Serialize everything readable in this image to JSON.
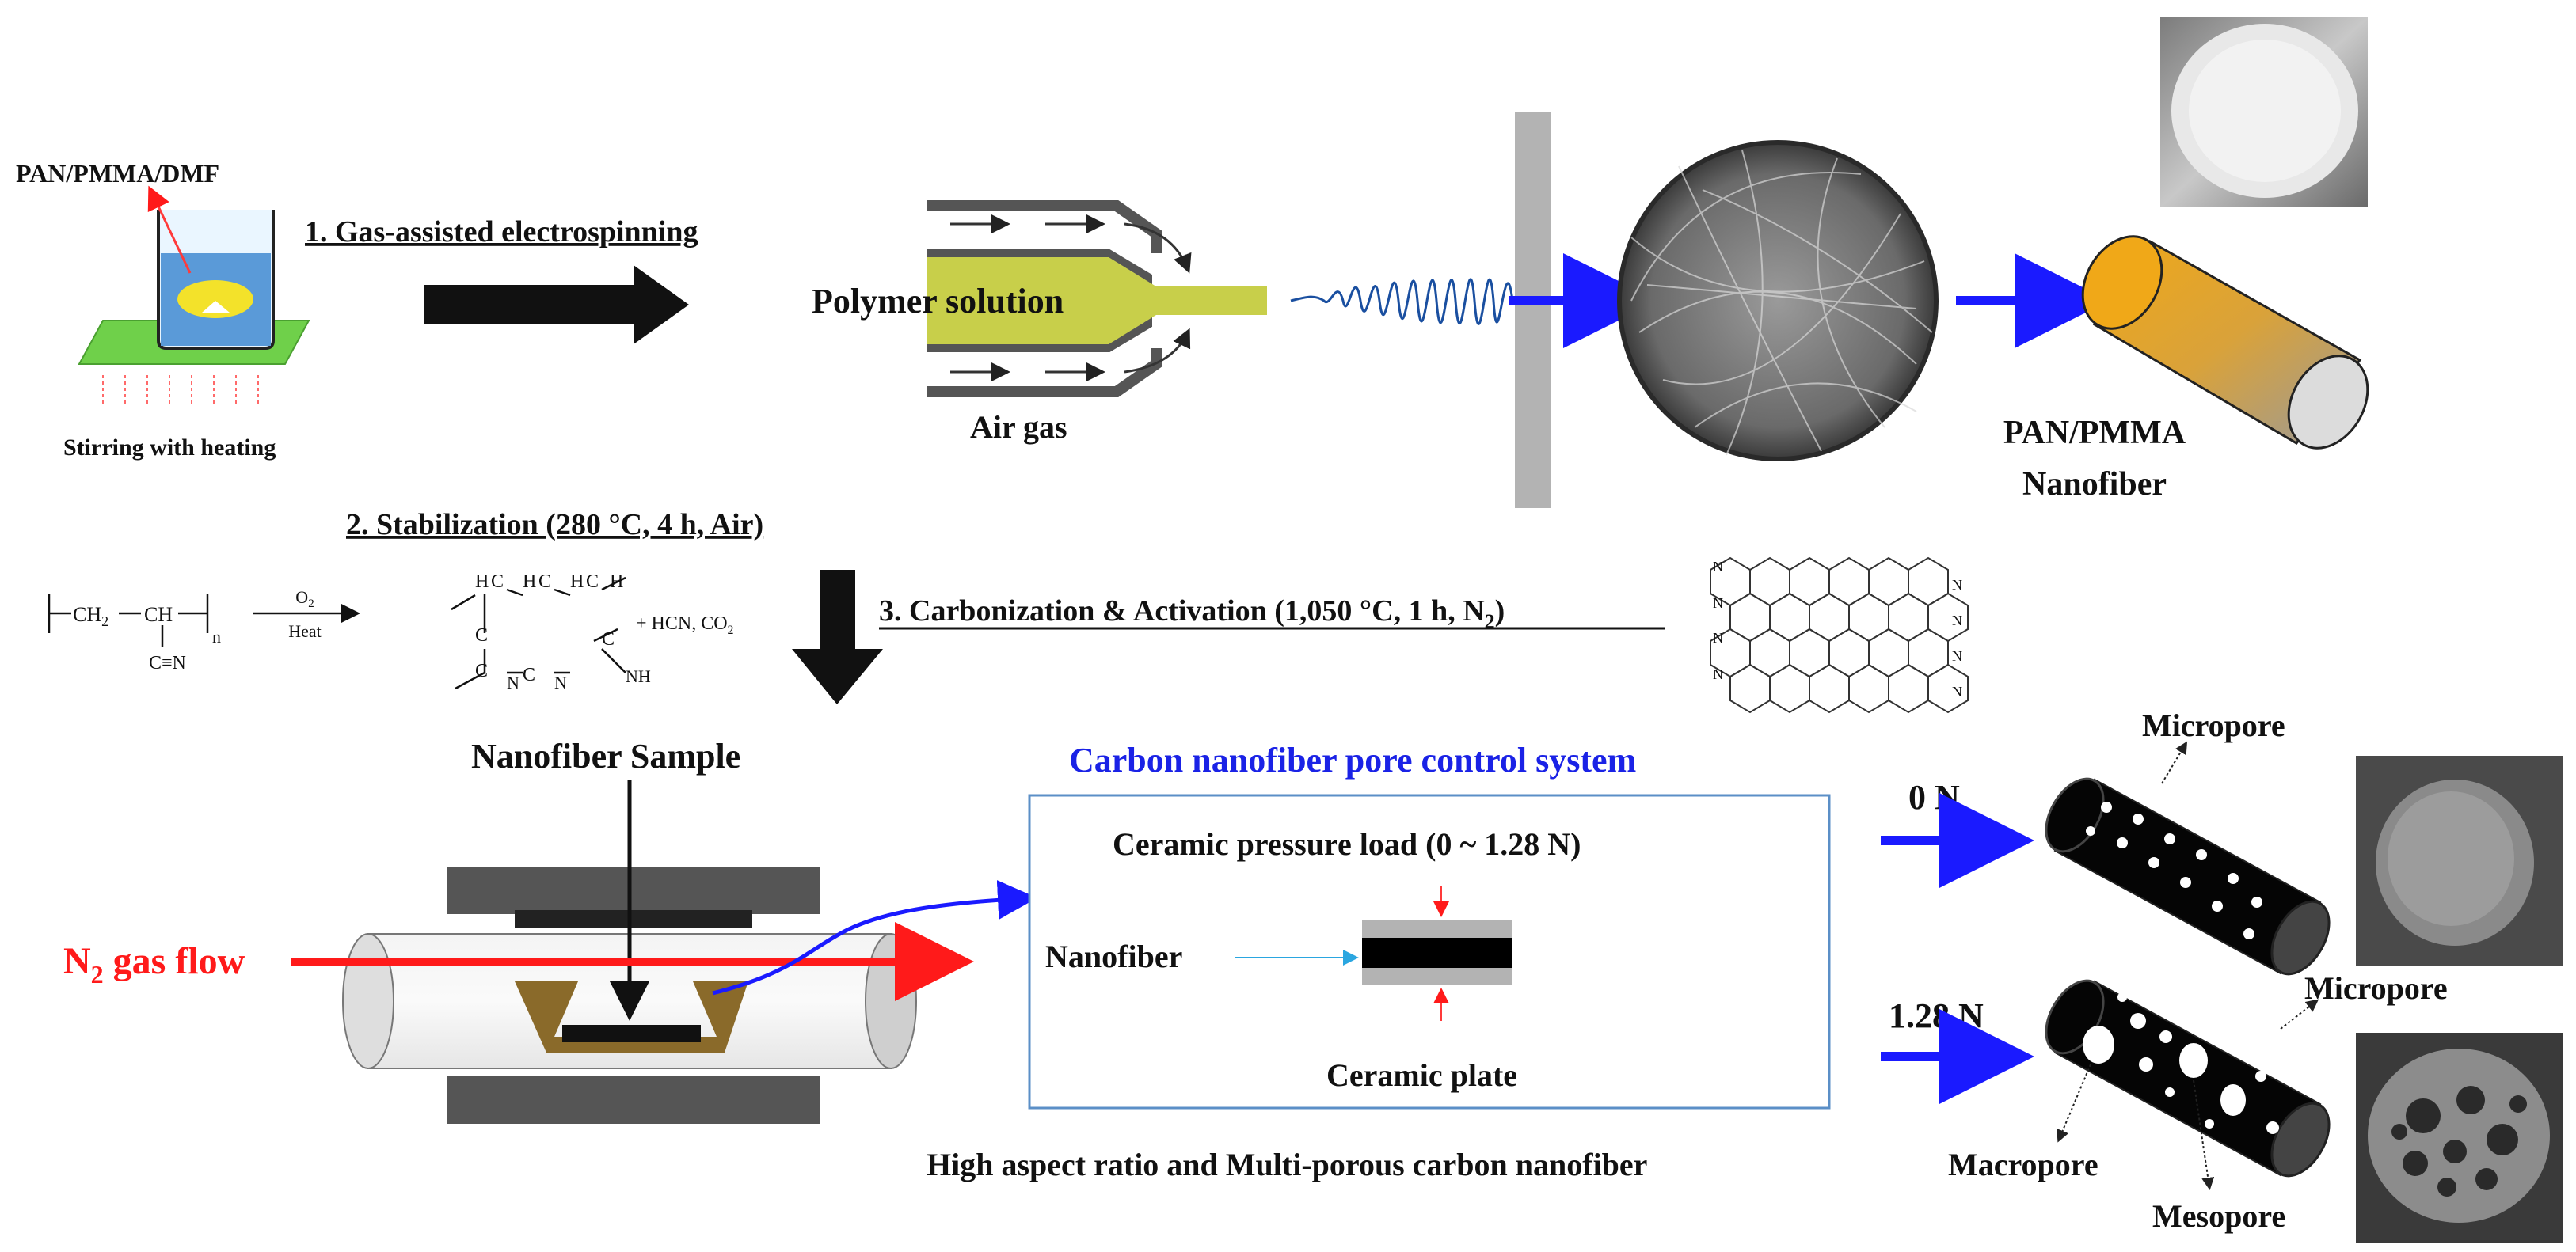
{
  "labels": {
    "solution": "PAN/PMMA/DMF",
    "stirring": "Stirring with heating",
    "step1": "1. Gas-assisted electrospinning",
    "polymer_solution": "Polymer solution",
    "air_gas": "Air gas",
    "nanofiber_line1": "PAN/PMMA",
    "nanofiber_line2": "Nanofiber",
    "step2": "2. Stabilization  (280 °C, 4 h, Air)",
    "step3_main": "3. Carbonization & Activation (1,050 °C, 1 h, N",
    "step3_sub": "2",
    "step3_end": ")",
    "nanofiber_sample": "Nanofiber Sample",
    "n2_main": "N",
    "n2_sub": "2",
    "n2_rest": " gas flow",
    "pore_system_title": "Carbon nanofiber pore control system",
    "ceramic_load": "Ceramic pressure load (0 ~ 1.28 N)",
    "nanofiber": "Nanofiber",
    "ceramic_plate": "Ceramic plate",
    "bottom_caption": "High aspect ratio and Multi-porous carbon nanofiber",
    "load_zero": "0 N",
    "load_max": "1.28 N",
    "micropore_top": "Micropore",
    "micropore_mid": "Micropore",
    "macropore": "Macropore",
    "mesopore": "Mesopore"
  },
  "chemistry": {
    "monomer_left": "CH",
    "monomer_left_sub": "2",
    "monomer_ch": "CH",
    "monomer_cn": "C≡N",
    "repeat_n": "n",
    "reagent_top": "O",
    "reagent_top_sub": "2",
    "reagent_bottom": "Heat",
    "ring_labels": [
      "H",
      "C",
      "H",
      "C",
      "H",
      "C",
      "H"
    ],
    "ring_lower": [
      "C",
      "C",
      "C",
      "C"
    ],
    "ring_n": [
      "N",
      "N"
    ],
    "byproducts": "+ HCN, CO",
    "byproducts_sub": "2",
    "imine": "NH"
  },
  "lattice_n": [
    "N",
    "N",
    "N",
    "N",
    "N",
    "N",
    "N",
    "N"
  ],
  "colors": {
    "arrow_blue": "#1a1aff",
    "title_blue": "#1a22e6",
    "n2_red": "#ff1a1a",
    "nozzle_yellow": "#c8cf4a",
    "mat_green": "#6fd04a",
    "cylinder_orange": "#e8a51a",
    "holder_brown": "#8a6a2a",
    "box_border": "#5b8fc7"
  },
  "icons": [
    "beaker-icon",
    "hotplate-icon",
    "nozzle-icon",
    "collector-icon",
    "sem-circle-icon",
    "nanofiber-cylinder-icon",
    "lattice-icon",
    "furnace-icon",
    "ceramic-stack-icon",
    "porous-fiber-icon"
  ]
}
